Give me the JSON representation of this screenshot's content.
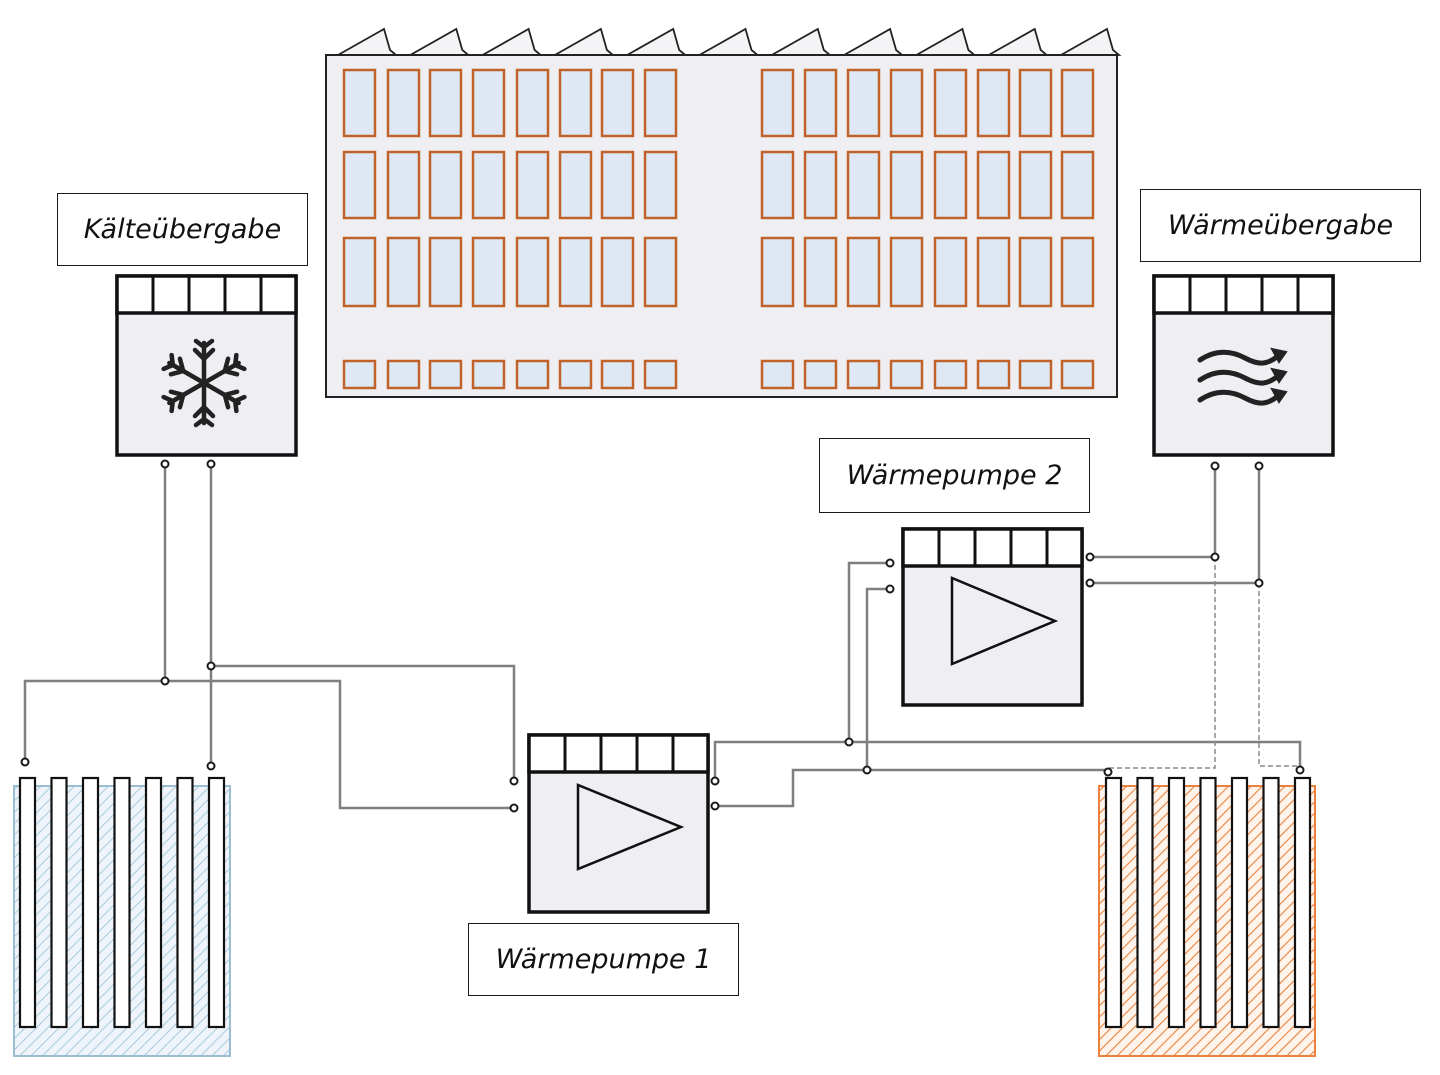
{
  "labels": {
    "cold_transfer": "Kälteübergabe",
    "heat_transfer": "Wärmeübergabe",
    "heat_pump_1": "Wärmepumpe 1",
    "heat_pump_2": "Wärmepumpe 2"
  },
  "icons": {
    "cold_transfer": "snowflake-icon",
    "heat_transfer": "heat-waves-icon",
    "heat_pump": "triangle-compressor-icon"
  },
  "colors": {
    "window_frame": "#c0622a",
    "window_glass": "#dde8f4",
    "building_facade": "#efeff3",
    "pipe": "#7f7f7f",
    "cold_storage_hatch": "#a7cbe0",
    "warm_storage_hatch": "#e8823c"
  }
}
